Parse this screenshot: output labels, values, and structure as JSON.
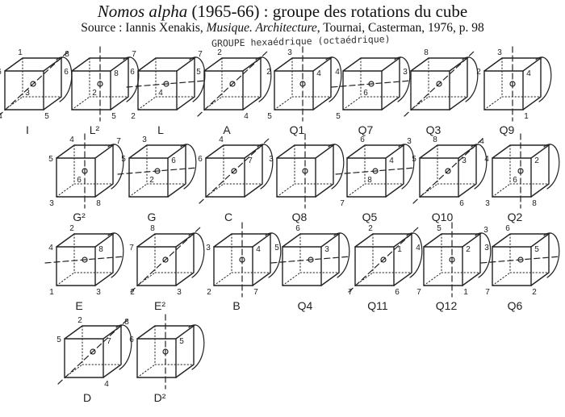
{
  "title": {
    "name": "Nomos alpha",
    "rest": " (1965-66) : groupe des rotations du cube"
  },
  "source": {
    "prefix": "Source : Iannis Xenakis, ",
    "work": "Musique. Architecture",
    "rest": ", Tournai, Casterman, 1976, p. 98"
  },
  "group_label": "GROUPE hexaédrique (octaédrique)",
  "ink_color": "#222222",
  "rows": [
    {
      "cubes": [
        {
          "label": "I",
          "verts": [
            "1",
            "8",
            "6",
            "3",
            "4",
            "5",
            "",
            ""
          ]
        },
        {
          "label": "L²",
          "verts": [
            "",
            "7",
            "6",
            "2",
            "",
            "5",
            "8",
            ""
          ]
        },
        {
          "label": "L",
          "verts": [
            "",
            "7",
            "6",
            "4",
            "2",
            "",
            "",
            ""
          ]
        },
        {
          "label": "A",
          "verts": [
            "2",
            "",
            "5",
            "",
            "",
            "4",
            "",
            ""
          ]
        },
        {
          "label": "Q1",
          "verts": [
            "3",
            "",
            "2",
            "",
            "5",
            "",
            "4",
            ""
          ]
        },
        {
          "label": "Q7",
          "verts": [
            "",
            "",
            "4",
            "6",
            "5",
            "",
            "",
            ""
          ]
        },
        {
          "label": "Q3",
          "verts": [
            "8",
            "",
            "3",
            "",
            "",
            "",
            "",
            ""
          ]
        },
        {
          "label": "Q9",
          "verts": [
            "3",
            "",
            "2",
            "",
            "",
            "1",
            "4",
            ""
          ]
        }
      ]
    },
    {
      "cubes": [
        {
          "label": "G²",
          "verts": [
            "4",
            "7",
            "5",
            "6",
            "3",
            "8",
            "",
            ""
          ]
        },
        {
          "label": "G",
          "verts": [
            "3",
            "",
            "5",
            "2",
            "",
            "",
            "6",
            ""
          ]
        },
        {
          "label": "C",
          "verts": [
            "4",
            "",
            "6",
            "",
            "",
            "",
            "7",
            ""
          ]
        },
        {
          "label": "Q8",
          "verts": [
            "",
            "",
            "3",
            "",
            "",
            "",
            "",
            ""
          ]
        },
        {
          "label": "Q5",
          "verts": [
            "6",
            "3",
            "",
            "8",
            "7",
            "",
            "4",
            ""
          ]
        },
        {
          "label": "Q10",
          "verts": [
            "8",
            "4",
            "5",
            "",
            "",
            "6",
            "3",
            ""
          ]
        },
        {
          "label": "Q2",
          "verts": [
            "",
            "",
            "4",
            "6",
            "3",
            "8",
            "2",
            ""
          ]
        }
      ]
    },
    {
      "cubes": [
        {
          "label": "E",
          "verts": [
            "2",
            "",
            "4",
            "",
            "1",
            "3",
            "8",
            ""
          ]
        },
        {
          "label": "E²",
          "verts": [
            "8",
            "",
            "7",
            "",
            "2",
            "3",
            "",
            ""
          ]
        },
        {
          "label": "B",
          "verts": [
            "",
            "",
            "3",
            "",
            "2",
            "7",
            "4",
            ""
          ]
        },
        {
          "label": "Q4",
          "verts": [
            "6",
            "",
            "5",
            "",
            "",
            "",
            "3",
            ""
          ]
        },
        {
          "label": "Q11",
          "verts": [
            "2",
            "",
            "",
            "",
            "7",
            "6",
            "1",
            ""
          ]
        },
        {
          "label": "Q12",
          "verts": [
            "5",
            "3",
            "4",
            "",
            "7",
            "1",
            "2",
            ""
          ]
        },
        {
          "label": "Q6",
          "verts": [
            "6",
            "",
            "3",
            "",
            "7",
            "2",
            "5",
            ""
          ]
        }
      ]
    },
    {
      "cubes": [
        {
          "label": "D",
          "verts": [
            "2",
            "8",
            "5",
            "",
            "",
            "4",
            "7",
            ""
          ]
        },
        {
          "label": "D²",
          "verts": [
            "",
            "",
            "6",
            "",
            "",
            "",
            "5",
            ""
          ]
        }
      ]
    }
  ]
}
